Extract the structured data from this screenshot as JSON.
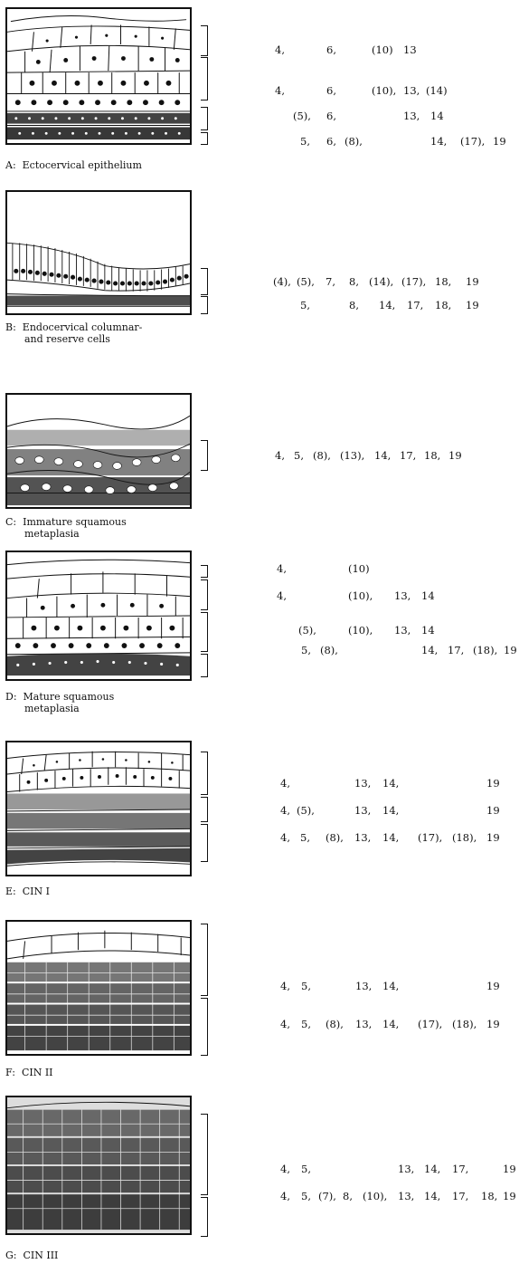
{
  "panels": [
    {
      "id": "A",
      "caption": "A:  Ectocervical epithelium",
      "rows": [
        [
          [
            "4,",
            304
          ],
          [
            "6,",
            361
          ],
          [
            "(10)",
            411
          ],
          [
            "13",
            446
          ]
        ],
        [
          [
            "4,",
            304
          ],
          [
            "6,",
            361
          ],
          [
            "(10),",
            411
          ],
          [
            "13,",
            446
          ],
          [
            "(14)",
            471
          ]
        ],
        [
          [
            "(5),",
            324
          ],
          [
            "6,",
            361
          ],
          [
            "13,",
            446
          ],
          [
            "14",
            476
          ]
        ],
        [
          [
            "5,",
            332
          ],
          [
            "6,",
            361
          ],
          [
            "(8),",
            381
          ],
          [
            "14,",
            476
          ],
          [
            "(17),",
            509
          ],
          [
            "19",
            545
          ]
        ]
      ]
    },
    {
      "id": "B",
      "caption": "B:  Endocervical columnar-\n      and reserve cells",
      "rows": [
        [
          [
            "(4),",
            302
          ],
          [
            "(5),",
            328
          ],
          [
            "7,",
            360
          ],
          [
            "8,",
            386
          ],
          [
            "(14),",
            408
          ],
          [
            "(17),",
            444
          ],
          [
            "18,",
            481
          ],
          [
            "19",
            515
          ]
        ],
        [
          [
            "5,",
            332
          ],
          [
            "8,",
            386
          ],
          [
            "14,",
            419
          ],
          [
            "17,",
            450
          ],
          [
            "18,",
            481
          ],
          [
            "19",
            515
          ]
        ]
      ]
    },
    {
      "id": "C",
      "caption": "C:  Immature squamous\n      metaplasia",
      "rows": [
        [
          [
            "4,",
            304
          ],
          [
            "5,",
            325
          ],
          [
            "(8),",
            346
          ],
          [
            "(13),",
            376
          ],
          [
            "14,",
            414
          ],
          [
            "17,",
            442
          ],
          [
            "18,",
            469
          ],
          [
            "19",
            496
          ]
        ]
      ]
    },
    {
      "id": "D",
      "caption": "D:  Mature squamous\n      metaplasia",
      "rows": [
        [
          [
            "4,",
            306
          ],
          [
            "(10)",
            385
          ]
        ],
        [
          [
            "4,",
            306
          ],
          [
            "(10),",
            385
          ],
          [
            "13,",
            436
          ],
          [
            "14",
            466
          ]
        ],
        [
          [
            "(5),",
            330
          ],
          [
            "(10),",
            385
          ],
          [
            "13,",
            436
          ],
          [
            "14",
            466
          ]
        ],
        [
          [
            "5,",
            333
          ],
          [
            "(8),",
            354
          ],
          [
            "14,",
            466
          ],
          [
            "17,",
            495
          ],
          [
            "(18),",
            523
          ],
          [
            "19",
            557
          ]
        ]
      ]
    },
    {
      "id": "E",
      "caption": "E:  CIN I",
      "rows": [
        [
          [
            "4,",
            310
          ],
          [
            "13,",
            392
          ],
          [
            "14,",
            423
          ],
          [
            "19",
            538
          ]
        ],
        [
          [
            "4,",
            310
          ],
          [
            "(5),",
            328
          ],
          [
            "13,",
            392
          ],
          [
            "14,",
            423
          ],
          [
            "19",
            538
          ]
        ],
        [
          [
            "4,",
            310
          ],
          [
            "5,",
            332
          ],
          [
            "(8),",
            360
          ],
          [
            "13,",
            392
          ],
          [
            "14,",
            423
          ],
          [
            "(17),",
            462
          ],
          [
            "(18),",
            500
          ],
          [
            "19",
            538
          ]
        ]
      ]
    },
    {
      "id": "F",
      "caption": "F:  CIN II",
      "rows": [
        [
          [
            "4,",
            310
          ],
          [
            "5,",
            333
          ],
          [
            "13,",
            393
          ],
          [
            "14,",
            423
          ],
          [
            "19",
            538
          ]
        ],
        [
          [
            "4,",
            310
          ],
          [
            "5,",
            333
          ],
          [
            "(8),",
            360
          ],
          [
            "13,",
            393
          ],
          [
            "14,",
            423
          ],
          [
            "(17),",
            462
          ],
          [
            "(18),",
            500
          ],
          [
            "19",
            538
          ]
        ]
      ]
    },
    {
      "id": "G",
      "caption": "G:  CIN III",
      "rows": [
        [
          [
            "4,",
            310
          ],
          [
            "5,",
            333
          ],
          [
            "13,",
            440
          ],
          [
            "14,",
            469
          ],
          [
            "17,",
            500
          ],
          [
            "19",
            556
          ]
        ],
        [
          [
            "4,",
            310
          ],
          [
            "5,",
            333
          ],
          [
            "(7),",
            352
          ],
          [
            "8,",
            379
          ],
          [
            "(10),",
            401
          ],
          [
            "13,",
            440
          ],
          [
            "14,",
            469
          ],
          [
            "17,",
            500
          ],
          [
            "18,",
            532
          ],
          [
            "19",
            556
          ]
        ]
      ]
    }
  ]
}
